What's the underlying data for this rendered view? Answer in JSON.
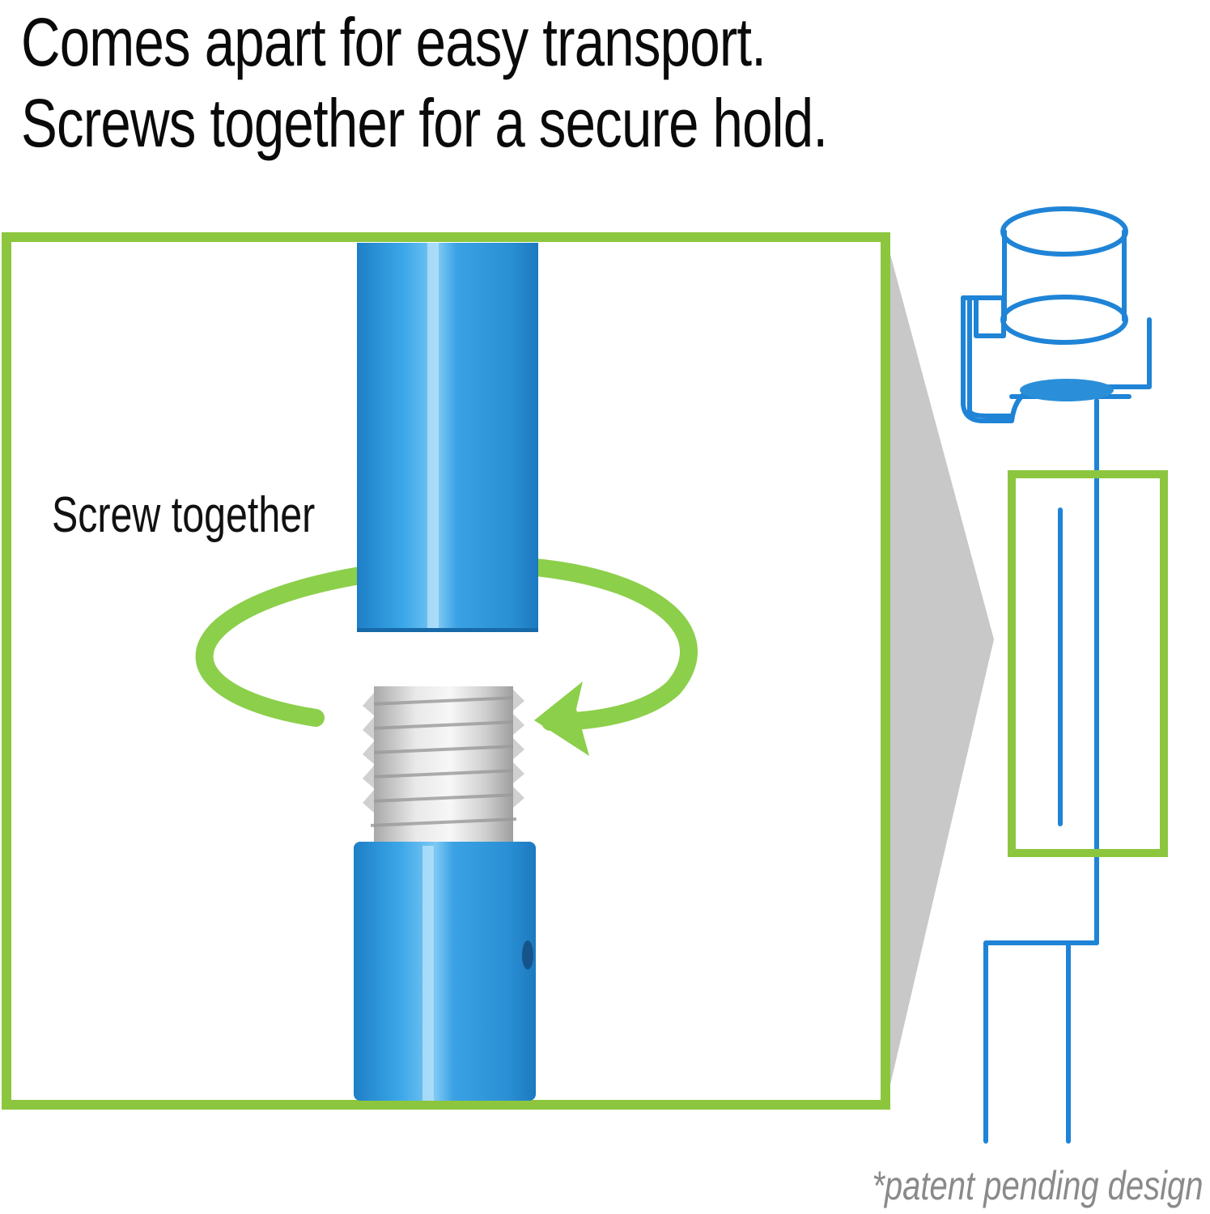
{
  "headline": {
    "line1": "Comes apart for easy transport.",
    "line2": "Screws together for a secure hold."
  },
  "detail": {
    "callout": "Screw together"
  },
  "footnote": "*patent pending design",
  "colors": {
    "frame_green": "#8cc63f",
    "arrow_green": "#8ccf4b",
    "pole_blue": "#2e96d8",
    "wire_blue": "#1f84d6",
    "thread_silver": "#dcdcdc",
    "shadow_gray": "#c8c8c8"
  },
  "icons": [
    "rotate-arrow-icon",
    "threaded-pole-illustration",
    "stake-holder-illustration"
  ]
}
